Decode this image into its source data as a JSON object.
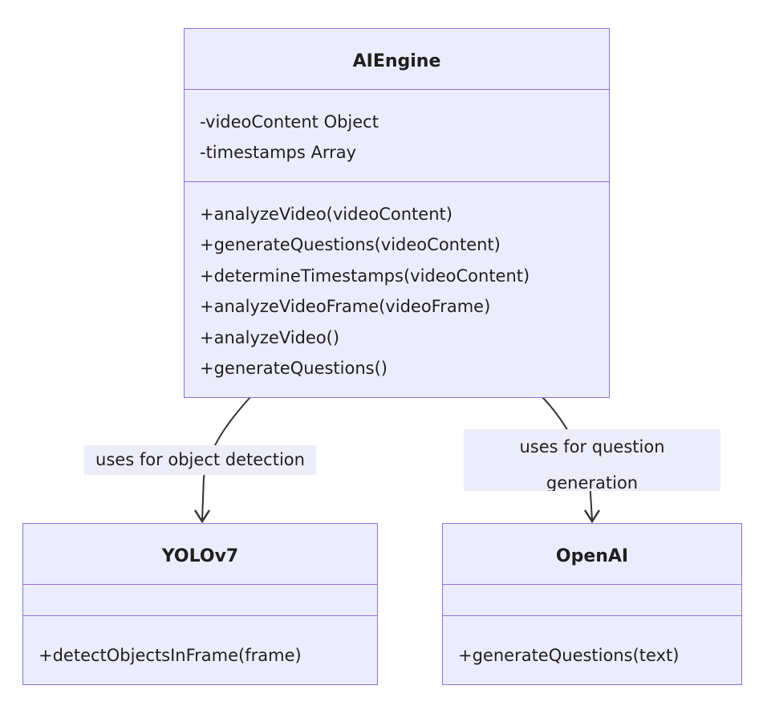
{
  "classes": {
    "aiengine": {
      "name": "AIEngine",
      "attributes": [
        "-videoContent Object",
        "-timestamps Array"
      ],
      "methods": [
        "+analyzeVideo(videoContent)",
        "+generateQuestions(videoContent)",
        "+determineTimestamps(videoContent)",
        "+analyzeVideoFrame(videoFrame)",
        "+analyzeVideo()",
        "+generateQuestions()"
      ]
    },
    "yolo": {
      "name": "YOLOv7",
      "attributes": [],
      "methods": [
        "+detectObjectsInFrame(frame)"
      ]
    },
    "openai": {
      "name": "OpenAI",
      "attributes": [],
      "methods": [
        "+generateQuestions(text)"
      ]
    }
  },
  "relations": {
    "to_yolo": {
      "label": "uses for object detection"
    },
    "to_openai": {
      "label_line1": "uses for question",
      "label_line2": "generation"
    }
  },
  "colors": {
    "box_fill": "#ECECFF",
    "box_border": "#9370DB",
    "edge": "#333333",
    "label_bg": "#E8E8F5"
  }
}
